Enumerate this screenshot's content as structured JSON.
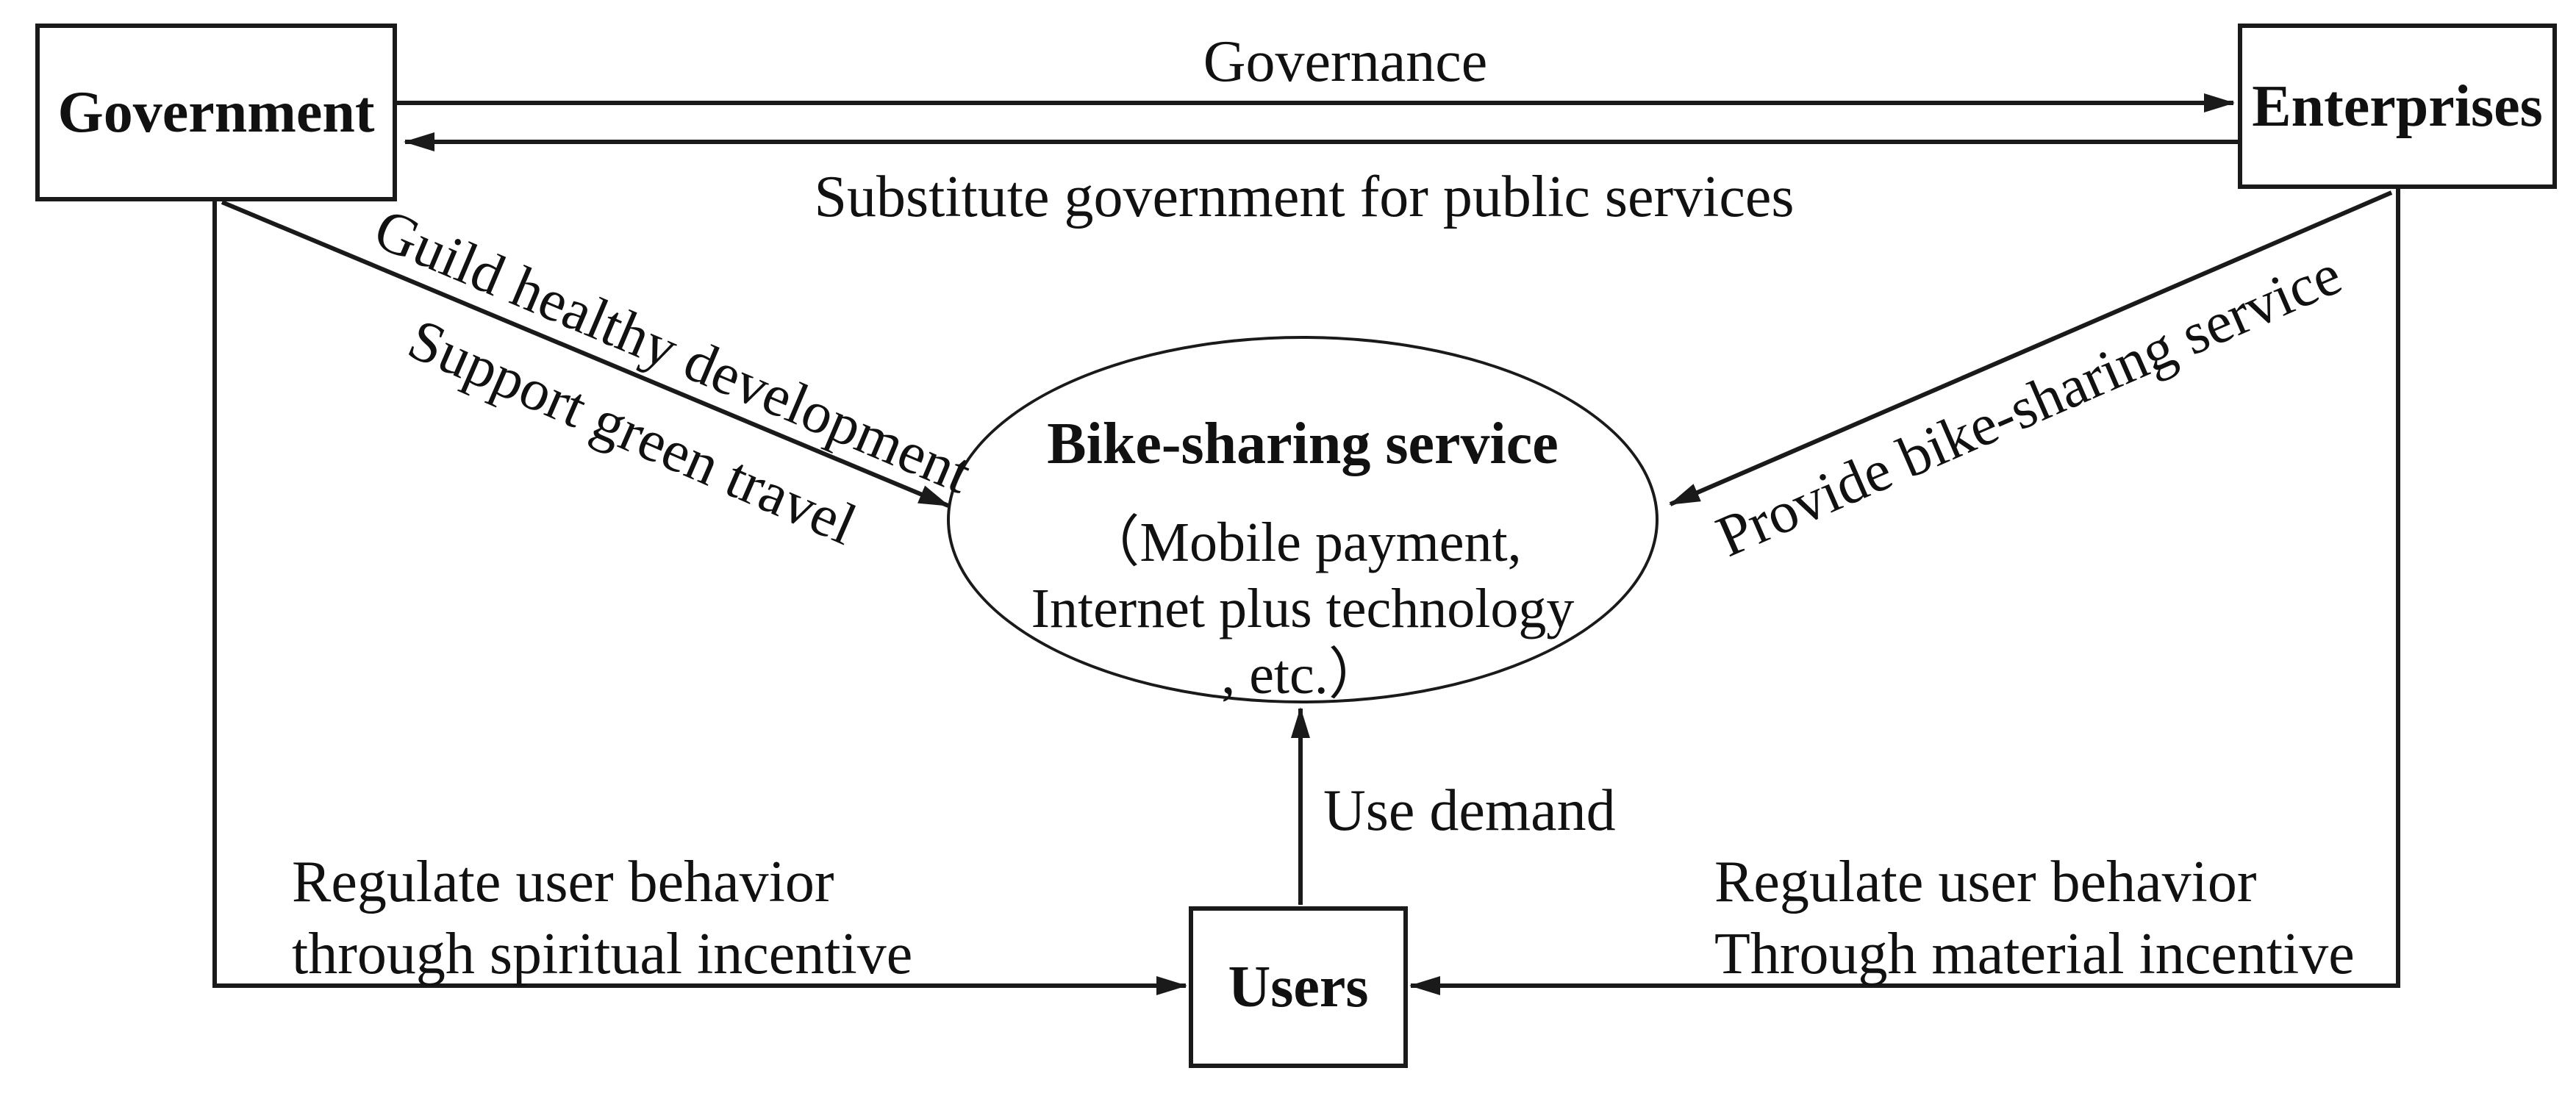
{
  "diagram": {
    "title_hint": "Bike-sharing governance relationship diagram",
    "colors": {
      "ink": "#1a1a1a",
      "background": "#ffffff"
    },
    "nodes": {
      "government": {
        "label": "Government"
      },
      "enterprises": {
        "label": "Enterprises"
      },
      "users": {
        "label": "Users"
      },
      "service": {
        "title": "Bike-sharing service",
        "subtitle_line1": "（Mobile payment,",
        "subtitle_line2": "Internet plus technology",
        "subtitle_line3": ", etc.）"
      }
    },
    "edges": {
      "governance": {
        "label": "Governance",
        "from": "Government",
        "to": "Enterprises"
      },
      "substitute": {
        "label": "Substitute government for public services",
        "from": "Enterprises",
        "to": "Government"
      },
      "guild": {
        "label": "Guild healthy development",
        "from": "Government",
        "to": "Bike-sharing service"
      },
      "support": {
        "label": "Support green travel",
        "from": "Government",
        "to": "Bike-sharing service"
      },
      "provide": {
        "label": "Provide bike-sharing service",
        "from": "Enterprises",
        "to": "Bike-sharing service"
      },
      "use_demand": {
        "label": "Use demand",
        "from": "Users",
        "to": "Bike-sharing service"
      },
      "regulate_spiritual": {
        "label_line1": "Regulate user behavior",
        "label_line2": "through spiritual incentive",
        "from": "Government",
        "to": "Users"
      },
      "regulate_material": {
        "label_line1": "Regulate user behavior",
        "label_line2": "Through material incentive",
        "from": "Enterprises",
        "to": "Users"
      }
    }
  }
}
